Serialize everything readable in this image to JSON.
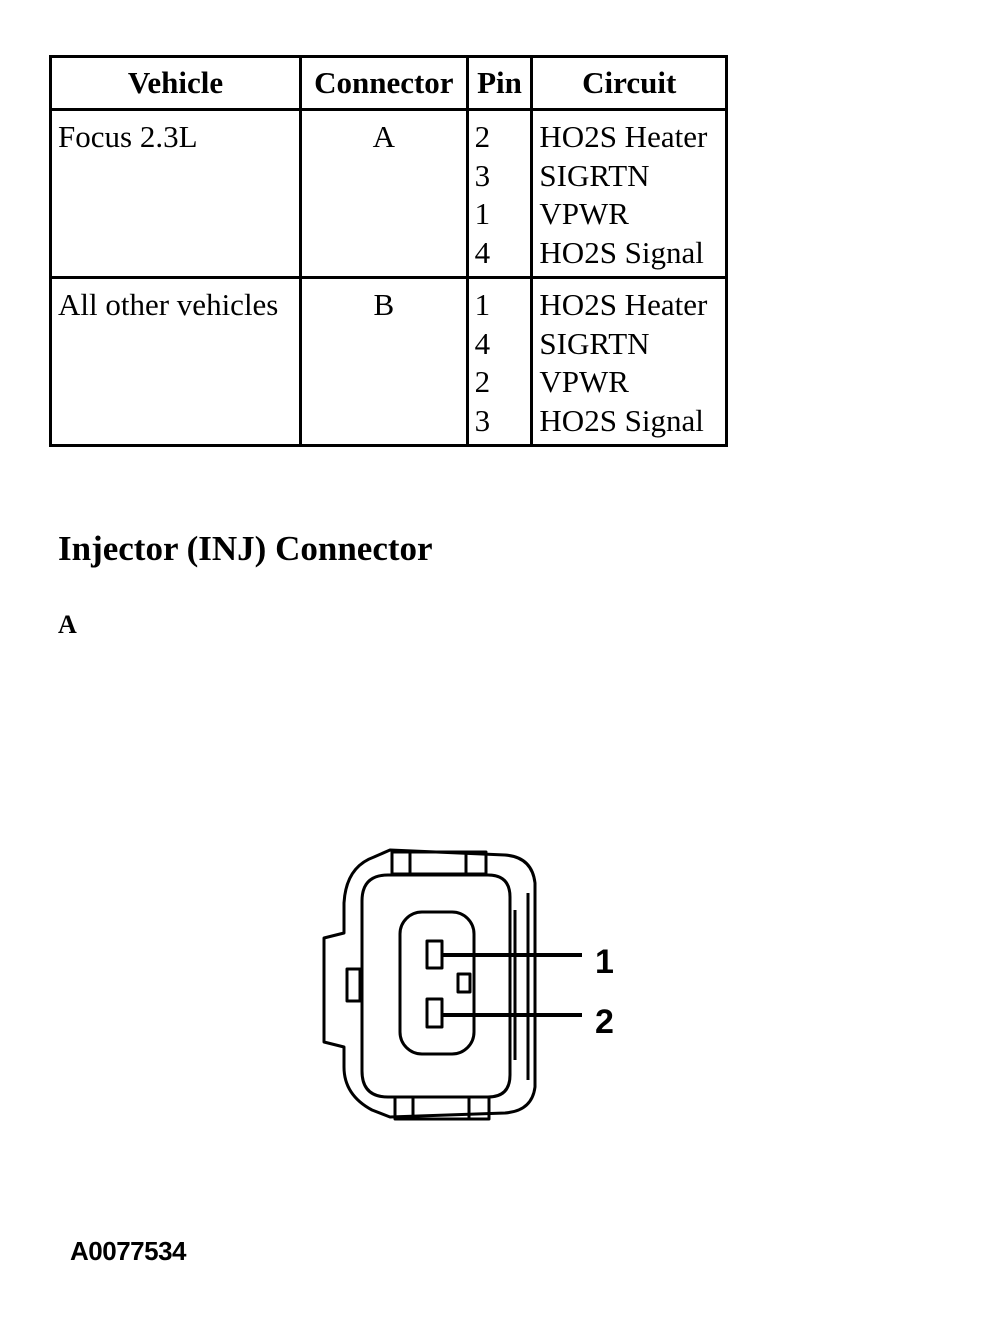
{
  "table": {
    "headers": [
      "Vehicle",
      "Connector",
      "Pin",
      "Circuit"
    ],
    "rows": [
      {
        "vehicle": "Focus 2.3L",
        "connector": "A",
        "pins": [
          "2",
          "3",
          "1",
          "4"
        ],
        "circuits": [
          "HO2S Heater",
          "SIGRTN",
          "VPWR",
          "HO2S Signal"
        ]
      },
      {
        "vehicle": "All other vehicles",
        "connector": "B",
        "pins": [
          "1",
          "4",
          "2",
          "3"
        ],
        "circuits": [
          "HO2S Heater",
          "SIGRTN",
          "VPWR",
          "HO2S Signal"
        ]
      }
    ]
  },
  "section": {
    "title": "Injector (INJ) Connector",
    "view_label": "A"
  },
  "figure": {
    "pin_labels": [
      "1",
      "2"
    ],
    "id": "A0077534"
  }
}
